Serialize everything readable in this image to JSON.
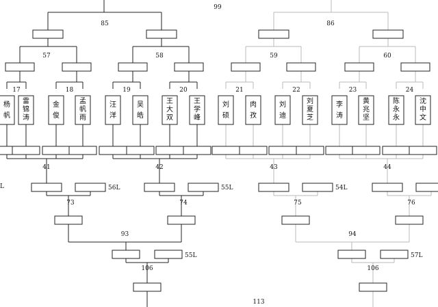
{
  "colors": {
    "line_dark": "#222222",
    "line_light": "#b8b8b8",
    "box_stroke": "#222222",
    "text": "#111111"
  },
  "match_numbers": {
    "top": "99",
    "upper_left": "85",
    "upper_right": "86",
    "r1": [
      "57",
      "58",
      "59",
      "60"
    ],
    "r2": [
      "17",
      "18",
      "19",
      "20",
      "21",
      "22",
      "23",
      "24"
    ],
    "r3": [
      "41",
      "42",
      "43",
      "44"
    ],
    "r4": [
      "73",
      "74",
      "75",
      "76"
    ],
    "r5": [
      "93",
      "94"
    ],
    "r6": [
      "106",
      "106"
    ],
    "final": "113"
  },
  "players": [
    {
      "name": [
        "杨",
        "帆"
      ]
    },
    {
      "name": [
        "雷",
        "锦",
        "涛"
      ]
    },
    {
      "name": [
        "金",
        "俊"
      ]
    },
    {
      "name": [
        "孟",
        "帆",
        "雨"
      ]
    },
    {
      "name": [
        "汪",
        "洋"
      ]
    },
    {
      "name": [
        "吴",
        "皓"
      ]
    },
    {
      "name": [
        "王",
        "大",
        "双"
      ]
    },
    {
      "name": [
        "王",
        "学",
        "峰"
      ]
    },
    {
      "name": [
        "刘",
        "硕"
      ]
    },
    {
      "name": [
        "肉",
        "孜"
      ]
    },
    {
      "name": [
        "刘",
        "迪"
      ]
    },
    {
      "name": [
        "刘",
        "夏",
        "芝"
      ]
    },
    {
      "name": [
        "李",
        "涛"
      ]
    },
    {
      "name": [
        "黄",
        "兆",
        "坚"
      ]
    },
    {
      "name": [
        "陈",
        "永",
        "永"
      ]
    },
    {
      "name": [
        "沈",
        "中",
        "文"
      ]
    }
  ],
  "side_labels": {
    "edge": "L",
    "r3": [
      "56L",
      "55L",
      "54L",
      ""
    ],
    "r5": [
      "55L",
      "57L"
    ]
  }
}
